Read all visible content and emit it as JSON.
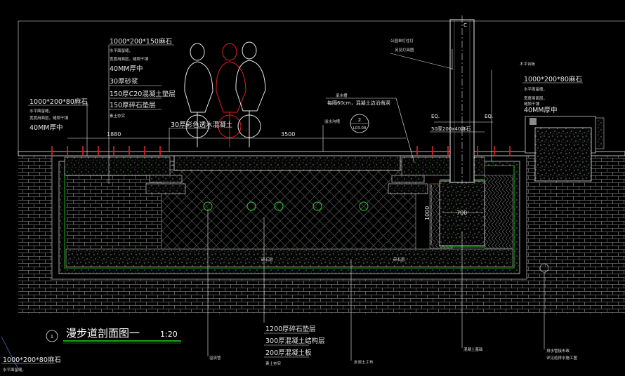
{
  "title": {
    "number": "1",
    "name": "漫步道剖面图一",
    "scale": "1:20"
  },
  "centerline_mark": "C",
  "left_spec": {
    "size": "1000*200*80麻石",
    "lines": [
      "水平面留缝，",
      "宽度用面层，缝隙干铺",
      "40MM厚中"
    ]
  },
  "upper_spec": {
    "size": "1000*200*150麻石",
    "lines": [
      "水平面留缝，",
      "宽度用面层，缝隙干铺",
      "40MM厚中"
    ],
    "layers": [
      "30厚砂浆",
      "150厚C20混凝土垫层",
      "150厚碎石垫层",
      "素土夯实"
    ]
  },
  "right_spec": {
    "size": "1000*200*80麻石",
    "lines": [
      "水平面留缝，",
      "宽度用面层，",
      "缝隙干铺",
      "40MM厚中"
    ]
  },
  "top_layer_note": "30厚彩色透水混凝土",
  "grate_note": {
    "head": "承水槽",
    "body": "每隔60cm，混凝土边沿凿洞"
  },
  "lamp_note": [
    "公园单灯柱灯",
    "另见灯具图"
  ],
  "lamp_top_note": "木平台板",
  "eq": [
    "EQ.",
    "EQ."
  ],
  "lamp_base_size": "50厚200x40麻石",
  "dims": {
    "d1880": "1880",
    "d3500": "3500",
    "d700": "700",
    "d1000": "1000"
  },
  "detail_ref": {
    "num": "2",
    "sheet": "L03.08"
  },
  "water_note": "溢水沟槽",
  "base_layers": [
    "1200厚碎石垫层",
    "300厚混凝土结构层",
    "200厚混凝土板",
    "素土夯实"
  ],
  "leader_notes": [
    "溢流管",
    "反滤土工布",
    "混凝土基础"
  ],
  "manhole_note": [
    "排水管接市政",
    "详见给排水施工图"
  ],
  "bottom_spec": {
    "size": "1000*200*80麻石",
    "line": "水平面留缝，"
  },
  "fill_labels": [
    "碎石层",
    "碎石层"
  ],
  "colors": {
    "green": "#28d628",
    "white": "#e8e8e8",
    "red": "#e02020",
    "gray": "#8a8a8a"
  }
}
